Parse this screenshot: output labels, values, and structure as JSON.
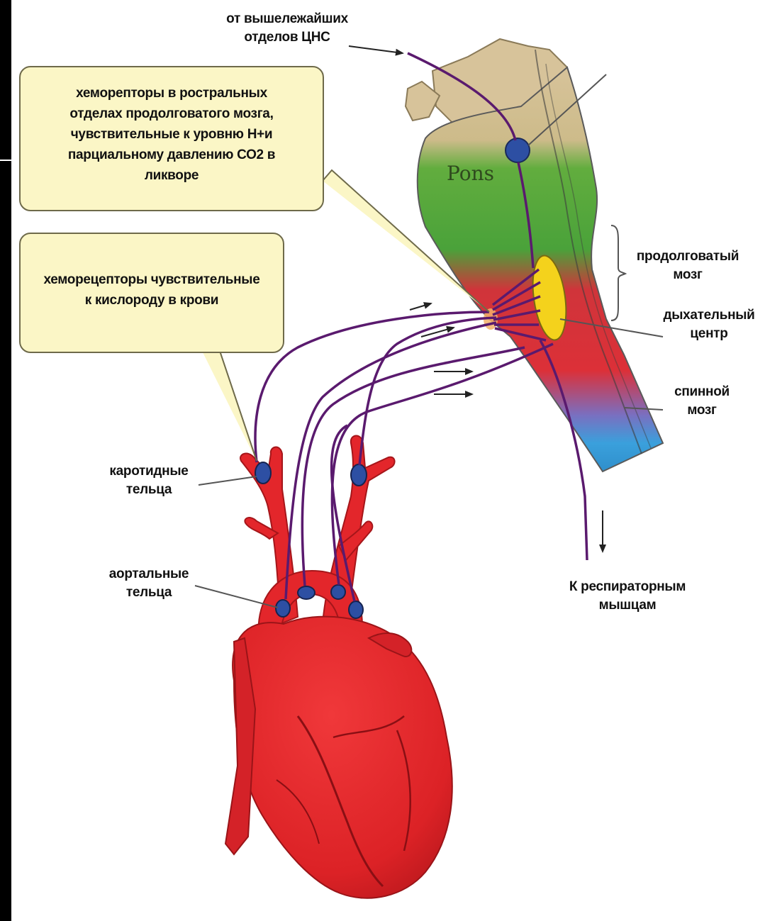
{
  "labels": {
    "higher_cns": "от вышележайших\nотделов ЦНС",
    "rostral_chemoreceptors": "хеморепторы в ростральных\nотделах продолговатого мозга,\nчувствительные к уровню Н+и\nпарциальному давлению СО2 в\nликворе",
    "oxygen_chemoreceptors": "хеморецепторы чувствительные\nк кислороду в крови",
    "pons": "Pons",
    "medulla": "продолговатый\nмозг",
    "respiratory_center": "дыхательный\nцентр",
    "spinal_cord": "спинной\nмозг",
    "carotid_bodies": "каротидные\nтельца",
    "aortic_bodies": "аортальные\nтельца",
    "respiratory_muscles": "К респираторным\nмышцам"
  },
  "colors": {
    "frame": "#000000",
    "background": "#ffffff",
    "callout_fill": "#fbf6c6",
    "callout_border": "#6e6a4a",
    "midbrain": "#d8c49a",
    "pons": "#4aa23a",
    "medulla": "#d8323a",
    "spinal_cord": "#3aa0dc",
    "heart": "#e3262b",
    "nerve": "#5a1a6e",
    "receptor": "#2d4fa3",
    "respiratory_center": "#f4d21c"
  }
}
